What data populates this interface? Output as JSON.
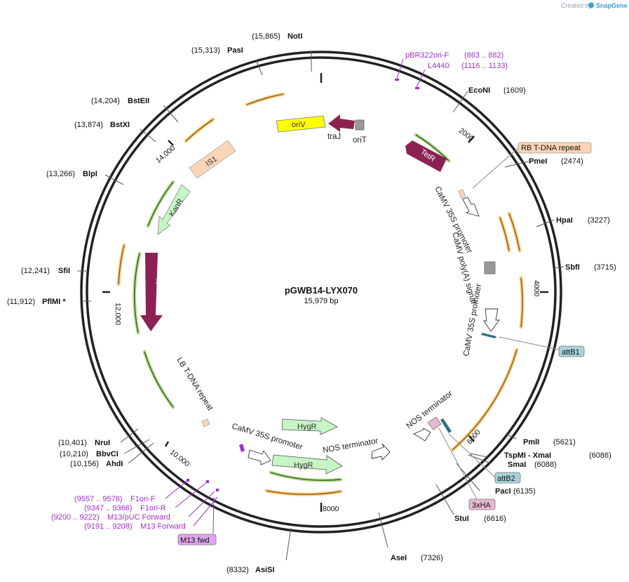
{
  "branding": {
    "created_by": "Created by",
    "product": "SnapGene"
  },
  "plasmid": {
    "name": "pGWB14-LYX070",
    "size": "15,979 bp"
  },
  "ticks": [
    "2000",
    "4000",
    "6000",
    "8000",
    "10,000",
    "12,000",
    "14,000"
  ],
  "sites": [
    {
      "name": "NotI",
      "pos": "(15,865)"
    },
    {
      "name": "PasI",
      "pos": "(15,313)"
    },
    {
      "name": "BstEII",
      "pos": "(14,204)"
    },
    {
      "name": "BstXI",
      "pos": "(13,874)"
    },
    {
      "name": "BlpI",
      "pos": "(13,266)"
    },
    {
      "name": "SfiI",
      "pos": "(12,241)"
    },
    {
      "name": "PflMI *",
      "pos": "(11,912)"
    },
    {
      "name": "NruI",
      "pos": "(10,401)"
    },
    {
      "name": "BbvCI",
      "pos": "(10,210)"
    },
    {
      "name": "AhdI",
      "pos": "(10,156)"
    },
    {
      "name": "AsiSI",
      "pos": "(8332)"
    },
    {
      "name": "AseI",
      "pos": "(7326)"
    },
    {
      "name": "StuI",
      "pos": "(6616)"
    },
    {
      "name": "PacI",
      "pos": "(6135)"
    },
    {
      "name": "SmaI",
      "pos": "(6088)"
    },
    {
      "name": "TspMI - XmaI",
      "pos": "(6086)"
    },
    {
      "name": "PmlI",
      "pos": "(5621)"
    },
    {
      "name": "SbfI",
      "pos": "(3715)"
    },
    {
      "name": "HpaI",
      "pos": "(3227)"
    },
    {
      "name": "PmeI",
      "pos": "(2474)"
    },
    {
      "name": "EcoNI",
      "pos": "(1609)"
    }
  ],
  "primers": [
    {
      "name": "pBR322ori-F",
      "range": "(863 .. 882)"
    },
    {
      "name": "L4440",
      "range": "(1116 .. 1133)"
    },
    {
      "name": "F1ori-F",
      "range": "(9557 .. 9578)"
    },
    {
      "name": "F1ori-R",
      "range": "(9347 .. 9366)"
    },
    {
      "name": "M13/pUC Forward",
      "range": "(9200 .. 9222)"
    },
    {
      "name": "M13 Forward",
      "range": "(9191 .. 9208)"
    }
  ],
  "boxed_features": {
    "rb_repeat": "RB T-DNA repeat",
    "attb1": "attB1",
    "attb2": "attB2",
    "hax3": "3xHA",
    "m13fwd": "M13 fwd"
  },
  "features": {
    "oriV": "oriV",
    "traJ": "traJ",
    "oriT": "oriT",
    "TetR": "TetR",
    "IS1": "IS1",
    "KanR": "KanR",
    "trfA": "trfA",
    "camv35s_1": "CaMV 35S promoter",
    "camv_polyA": "CaMV poly(A) signal",
    "camv35s_2": "CaMV 35S promoter",
    "nos_term_1": "NOS terminator",
    "lb_repeat": "LB T-DNA repeat",
    "camv35s_3": "CaMV 35S promoter",
    "nos_term_2": "NOS terminator",
    "hygr_1": "HygR",
    "hygr_2": "HygR"
  },
  "colors": {
    "backbone": "#222222",
    "orf_orange": "#f5a623",
    "orf_green": "#7dc242",
    "feature_purple": "#8b2252",
    "oriV_yellow": "#ffff00",
    "kan_green": "#c6f5c6",
    "is1_peach": "#fbd5b5",
    "attb_blue": "#a9d2dc",
    "primer_purple": "#a02fd0",
    "ha_pink": "#e7b8d0",
    "m13_violet": "#e0a4ee"
  }
}
